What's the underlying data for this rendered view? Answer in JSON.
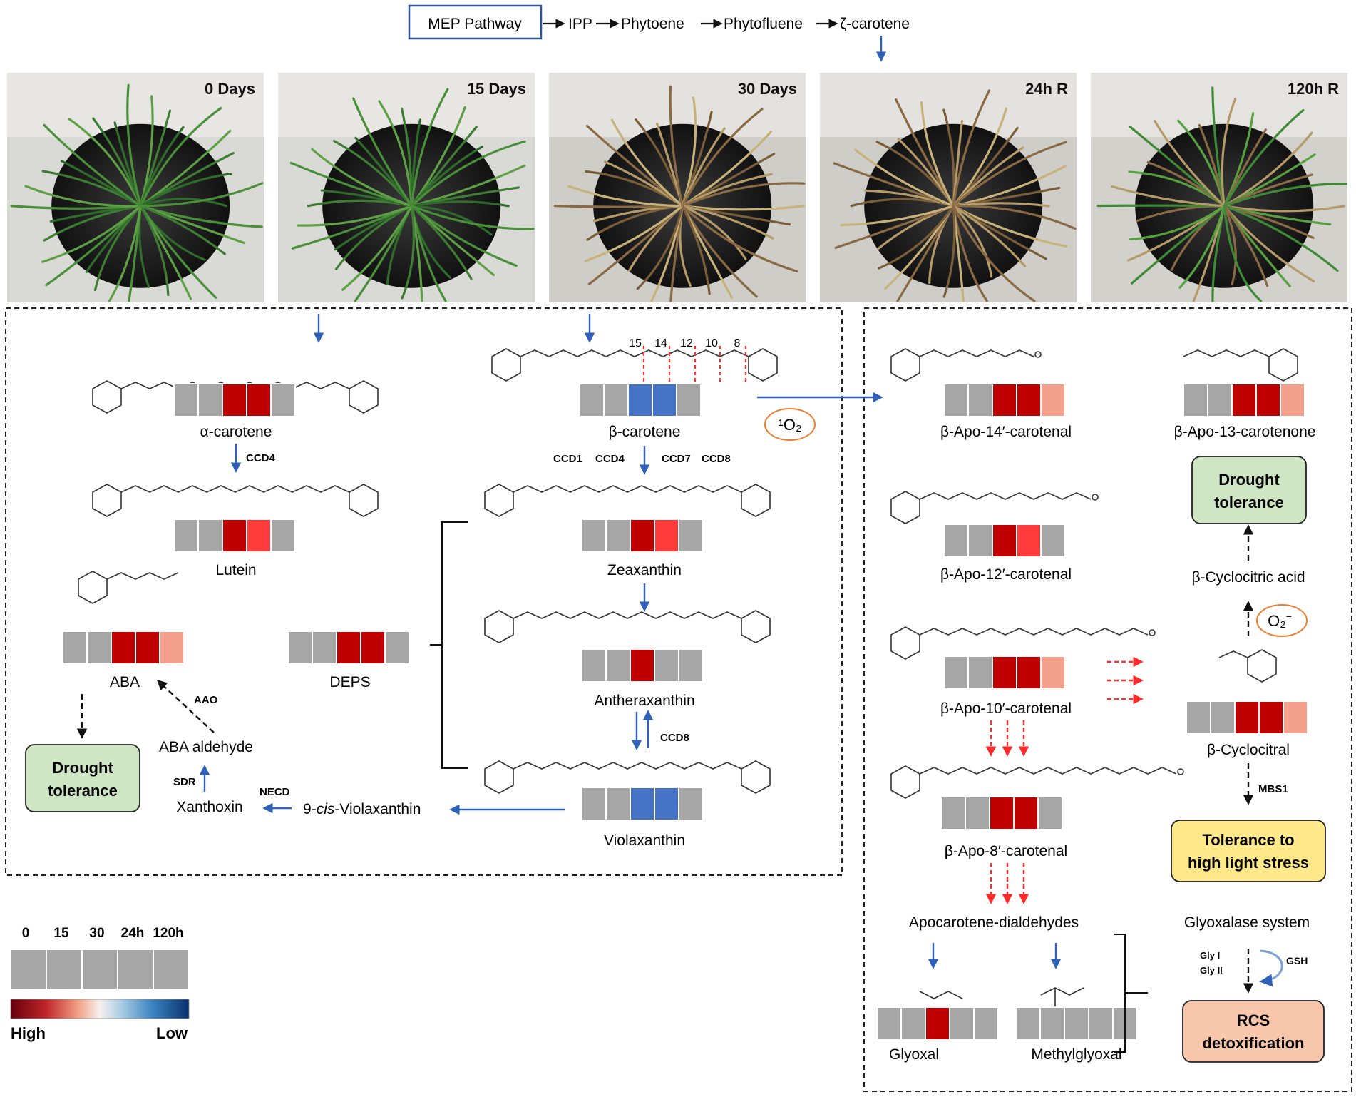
{
  "pathway": {
    "start": "MEP Pathway",
    "steps": [
      "IPP",
      "Phytoene",
      "Phytofluene",
      "ζ-carotene"
    ]
  },
  "photos": [
    {
      "label": "0 Days",
      "stage": "healthy"
    },
    {
      "label": "15 Days",
      "stage": "healthy"
    },
    {
      "label": "30 Days",
      "stage": "dry"
    },
    {
      "label": "24h R",
      "stage": "dry"
    },
    {
      "label": "120h R",
      "stage": "recovering"
    }
  ],
  "compounds": {
    "alpha_carotene": {
      "name": "α-carotene",
      "levels": [
        0,
        0,
        0.95,
        0.95,
        0
      ]
    },
    "lutein": {
      "name": "Lutein",
      "levels": [
        0,
        0,
        0.95,
        0.75,
        0
      ]
    },
    "aba": {
      "name": "ABA",
      "levels": [
        0,
        0,
        0.95,
        0.95,
        0.45
      ]
    },
    "deps": {
      "name": "DEPS",
      "levels": [
        0,
        0,
        0.95,
        0.95,
        0
      ]
    },
    "beta_carotene": {
      "name": "β-carotene",
      "levels": [
        0,
        0,
        -0.75,
        -0.75,
        0
      ]
    },
    "zeaxanthin": {
      "name": "Zeaxanthin",
      "levels": [
        0,
        0,
        0.95,
        0.75,
        0
      ]
    },
    "antheraxanthin": {
      "name": "Antheraxanthin",
      "levels": [
        0,
        0,
        0.95,
        0,
        0
      ]
    },
    "violaxanthin": {
      "name": "Violaxanthin",
      "levels": [
        0,
        0,
        -0.75,
        -0.75,
        0
      ]
    },
    "apo14": {
      "name": "β-Apo-14′-carotenal",
      "levels": [
        0,
        0,
        0.95,
        0.95,
        0.45
      ]
    },
    "apo13": {
      "name": "β-Apo-13-carotenone",
      "levels": [
        0,
        0,
        0.95,
        0.95,
        0.45
      ]
    },
    "apo12": {
      "name": "β-Apo-12′-carotenal",
      "levels": [
        0,
        0,
        0.95,
        0.75,
        0
      ]
    },
    "apo10": {
      "name": "β-Apo-10′-carotenal",
      "levels": [
        0,
        0,
        0.95,
        0.95,
        0.45
      ]
    },
    "apo8": {
      "name": "β-Apo-8′-carotenal",
      "levels": [
        0,
        0,
        0.95,
        0.95,
        0
      ]
    },
    "cyclocitral": {
      "name": "β-Cyclocitral",
      "levels": [
        0,
        0,
        0.95,
        0.95,
        0.45
      ]
    },
    "glyoxal": {
      "name": "Glyoxal",
      "levels": [
        0,
        0,
        0.95,
        0,
        0
      ]
    },
    "methylglyoxal": {
      "name": "Methylglyoxal",
      "levels": [
        0,
        0,
        0,
        0,
        0
      ]
    }
  },
  "labels": {
    "aba_aldehyde": "ABA aldehyde",
    "xanthoxin": "Xanthoxin",
    "cis_violaxanthin_prefix": "9-",
    "cis_violaxanthin_italic": "cis",
    "cis_violaxanthin_suffix": "-Violaxanthin",
    "cyclocitric_acid": "β-Cyclocitric acid",
    "apocarotene_dialdehydes": "Apocarotene-dialdehydes",
    "glyoxalase_system": "Glyoxalase system",
    "singlet_oxygen": "¹O₂",
    "superoxide_base": "O₂",
    "superoxide_charge": "−"
  },
  "enzymes": {
    "ccd4_alpha": "CCD4",
    "ccd1": "CCD1",
    "ccd4_beta": "CCD4",
    "ccd7": "CCD7",
    "ccd8_top": "CCD8",
    "ccd8_bottom": "CCD8",
    "aao": "AAO",
    "sdr": "SDR",
    "necd": "NECD",
    "mbs1": "MBS1",
    "gly1": "Gly I",
    "gly2": "Gly II",
    "gsh": "GSH"
  },
  "cleavage_sites": [
    "15",
    "14",
    "12",
    "10",
    "8"
  ],
  "outcomes": {
    "drought_left": [
      "Drought",
      "tolerance"
    ],
    "drought_right": [
      "Drought",
      "tolerance"
    ],
    "high_light": [
      "Tolerance to",
      "high light stress"
    ],
    "rcs": [
      "RCS",
      "detoxification"
    ]
  },
  "legend": {
    "time_labels": [
      "0",
      "15",
      "30",
      "24h",
      "120h"
    ],
    "high": "High",
    "low": "Low"
  },
  "colors": {
    "neutral": "#a6a6a6",
    "high_dark": "#c00000",
    "high_mid": "#ff3b3b",
    "high_light": "#f4a08c",
    "low": "#4472c4",
    "pathway_arrow": "#2e62b8",
    "dashed_red": "#ff2a2a",
    "drought_fill": "#cfe6c4",
    "light_fill": "#ffe88a",
    "rcs_fill": "#f8c6aa",
    "oxygen_ring": "#ed7d31"
  }
}
